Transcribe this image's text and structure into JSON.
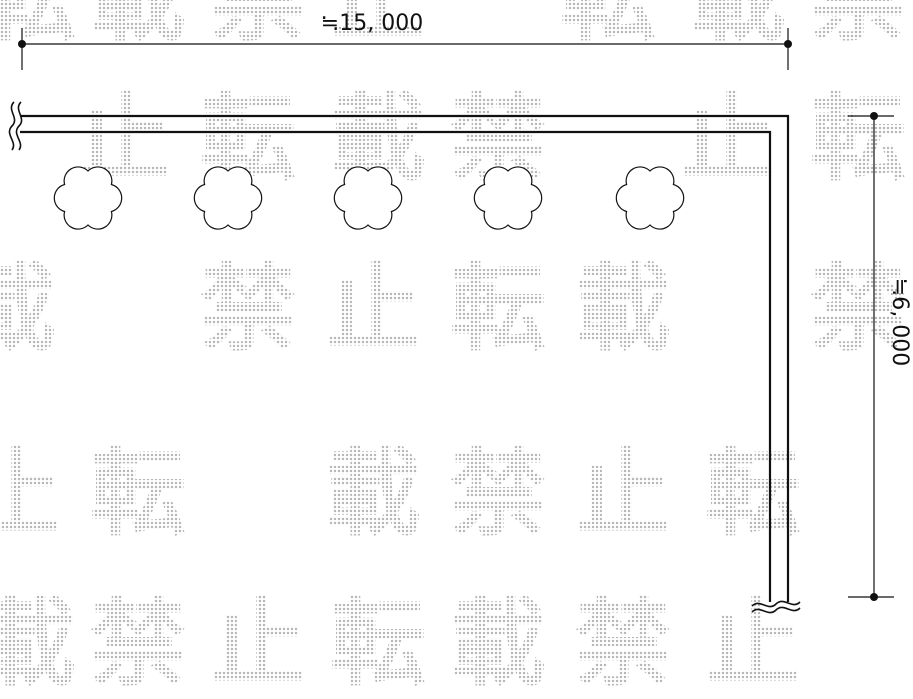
{
  "dimensions": {
    "width_label": "≒15, 000",
    "height_label": "≒6, 000"
  },
  "watermark": {
    "text": "転載禁止"
  },
  "trees": {
    "count": 5,
    "symbol": "shrub-icon"
  }
}
